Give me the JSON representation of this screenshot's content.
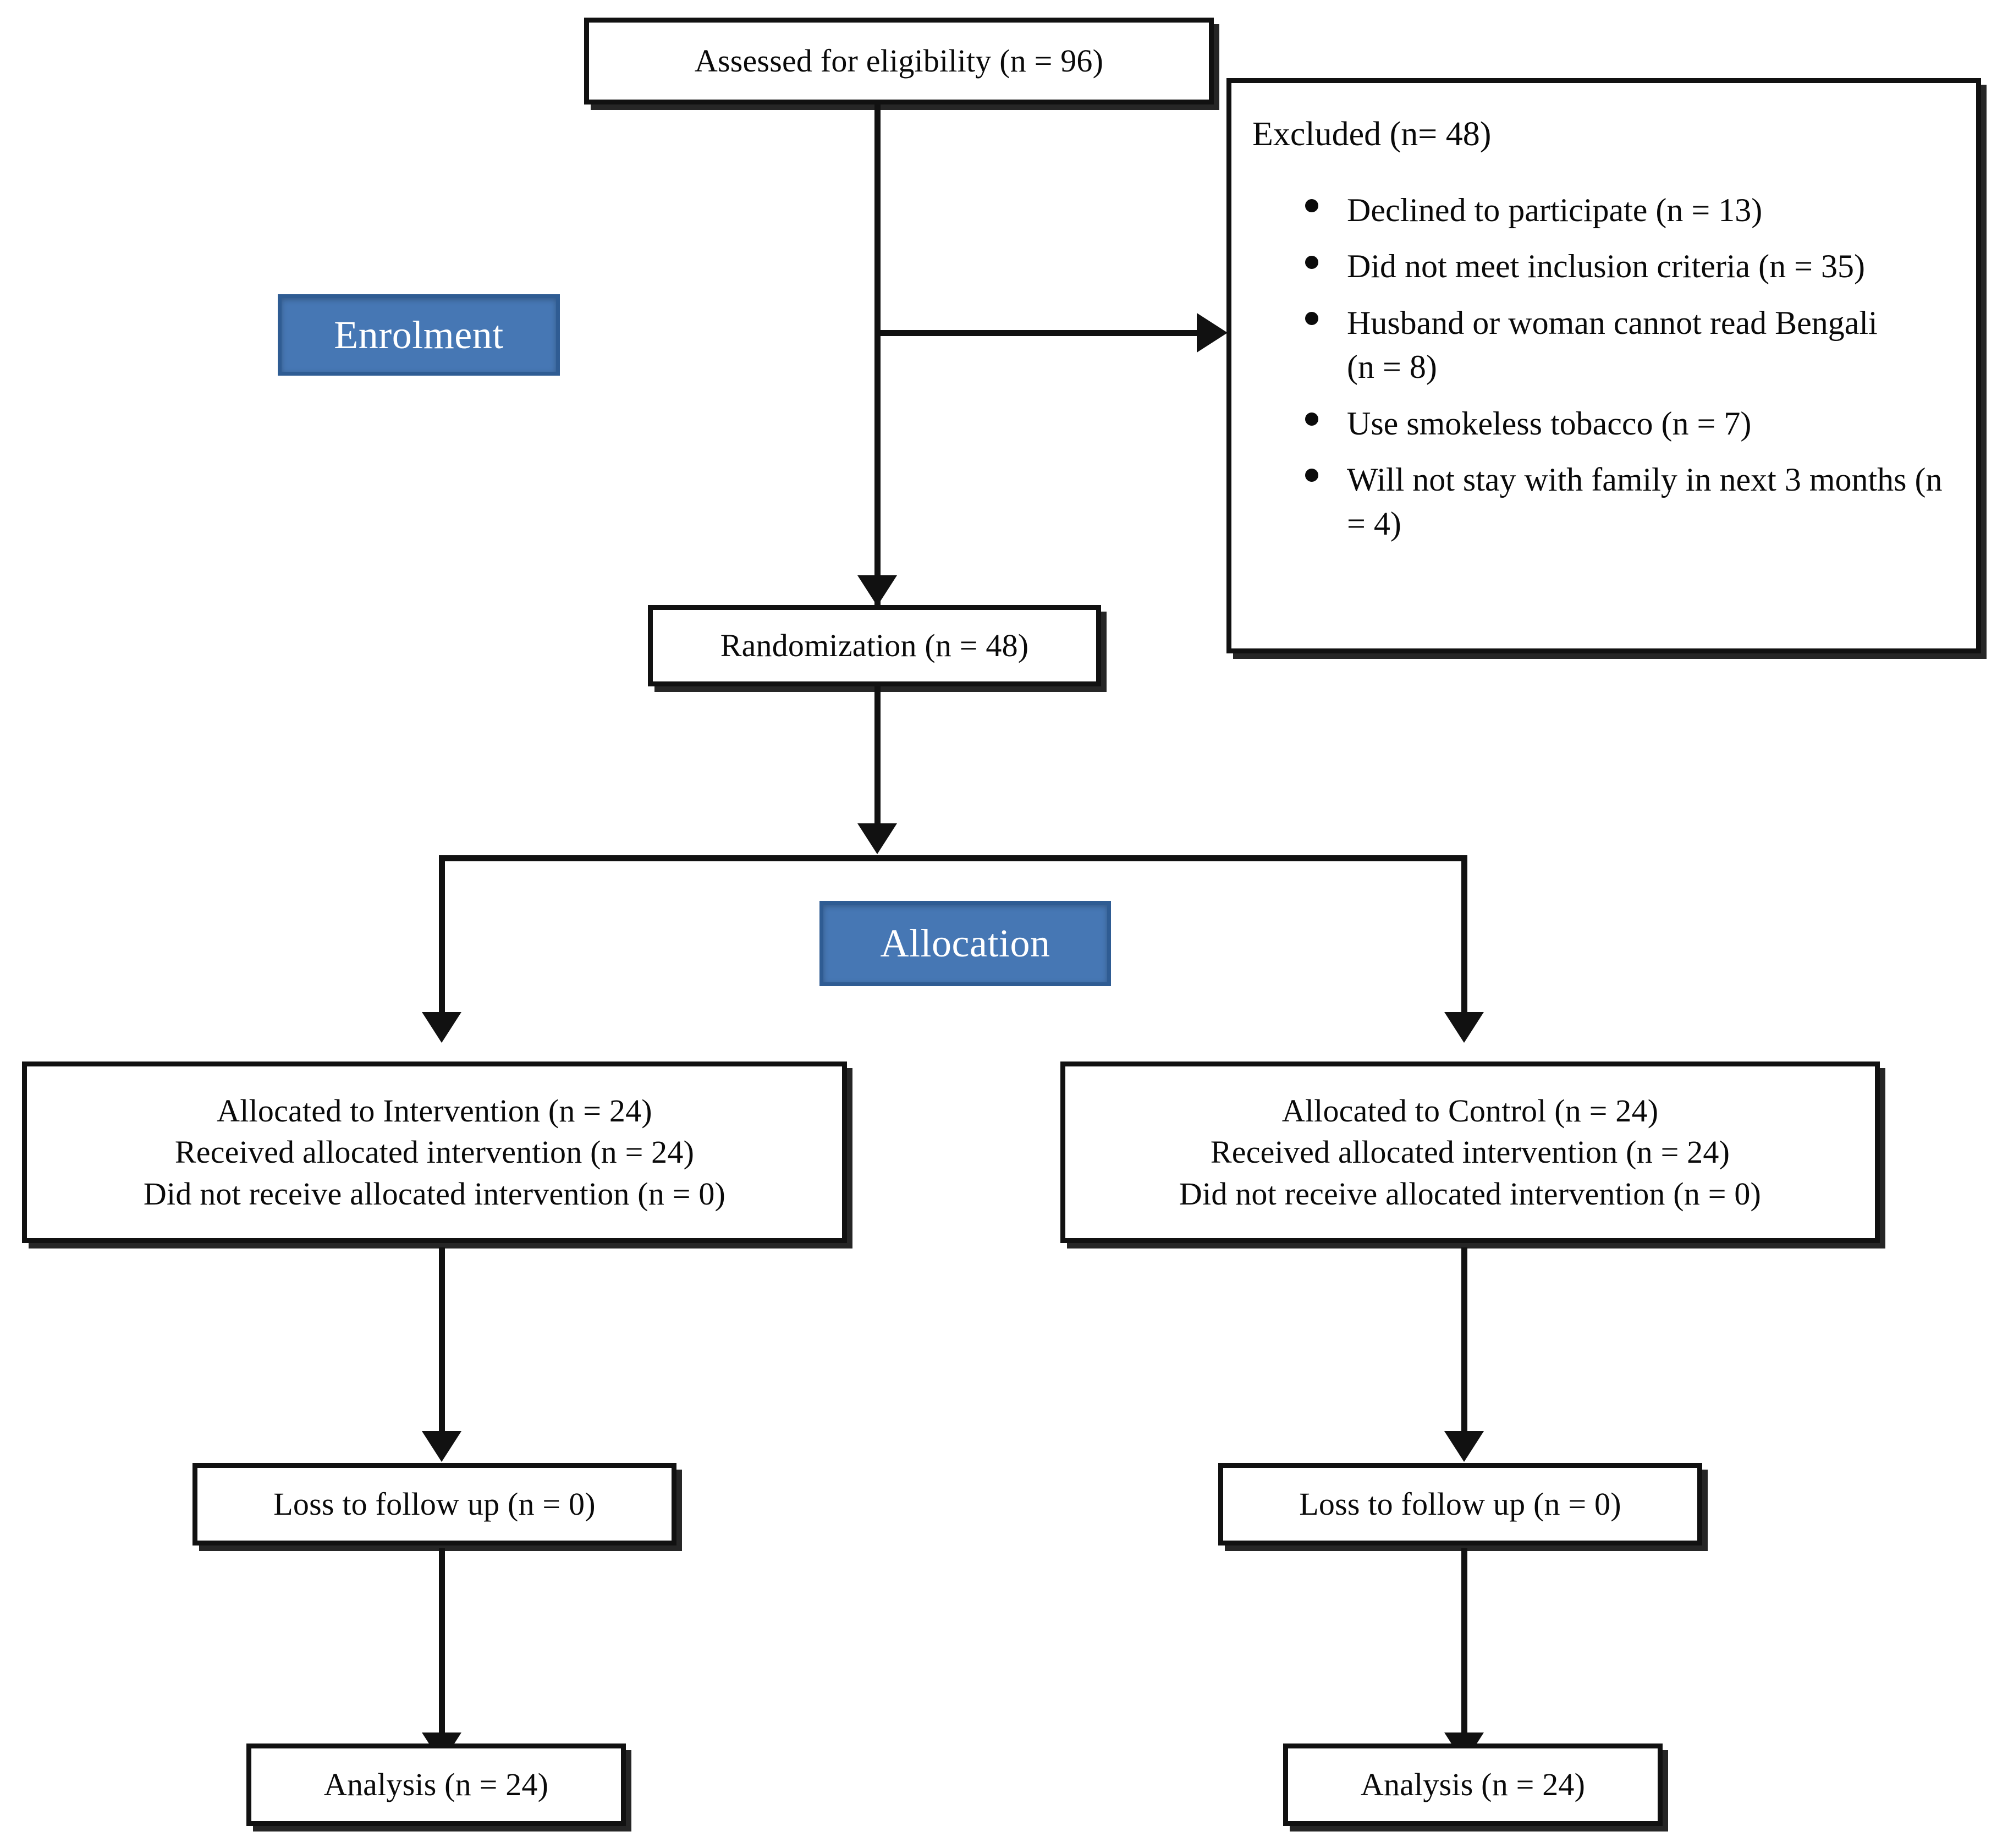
{
  "diagram": {
    "type": "consort-flow-diagram",
    "stages": [
      {
        "id": "enrolment",
        "label": "Enrolment"
      },
      {
        "id": "allocation",
        "label": "Allocation"
      }
    ],
    "nodes": {
      "assessed": {
        "text": "Assessed for eligibility (n = 96)"
      },
      "excluded": {
        "title": "Excluded (n= 48)",
        "items": [
          "Declined to participate (n = 13)",
          "Did not meet inclusion criteria (n = 35)",
          "Husband or woman cannot read Bengali (n = 8)",
          "Use smokeless tobacco (n = 7)",
          "Will not stay with family in next 3 months (n = 4)"
        ]
      },
      "randomization": {
        "text": "Randomization (n = 48)"
      },
      "intervention_alloc": {
        "line1": "Allocated to Intervention (n = 24)",
        "line2": "Received allocated intervention (n = 24)",
        "line3": "Did not receive allocated intervention (n = 0)"
      },
      "control_alloc": {
        "line1": "Allocated to Control (n = 24)",
        "line2": "Received allocated intervention (n = 24)",
        "line3": "Did not receive allocated intervention (n = 0)"
      },
      "intervention_loss": {
        "text": "Loss to follow up (n = 0)"
      },
      "control_loss": {
        "text": "Loss to follow up (n = 0)"
      },
      "intervention_analysis": {
        "text": "Analysis (n = 24)"
      },
      "control_analysis": {
        "text": "Analysis (n = 24)"
      }
    },
    "colors": {
      "stage_fill": "#4677B4",
      "stage_border": "#2F5C93",
      "stage_text": "#FFFFFF",
      "box_border": "#111111",
      "box_fill": "#FFFFFF",
      "connector": "#111111",
      "text": "#0A0A0A",
      "background": "#FFFFFF"
    }
  }
}
